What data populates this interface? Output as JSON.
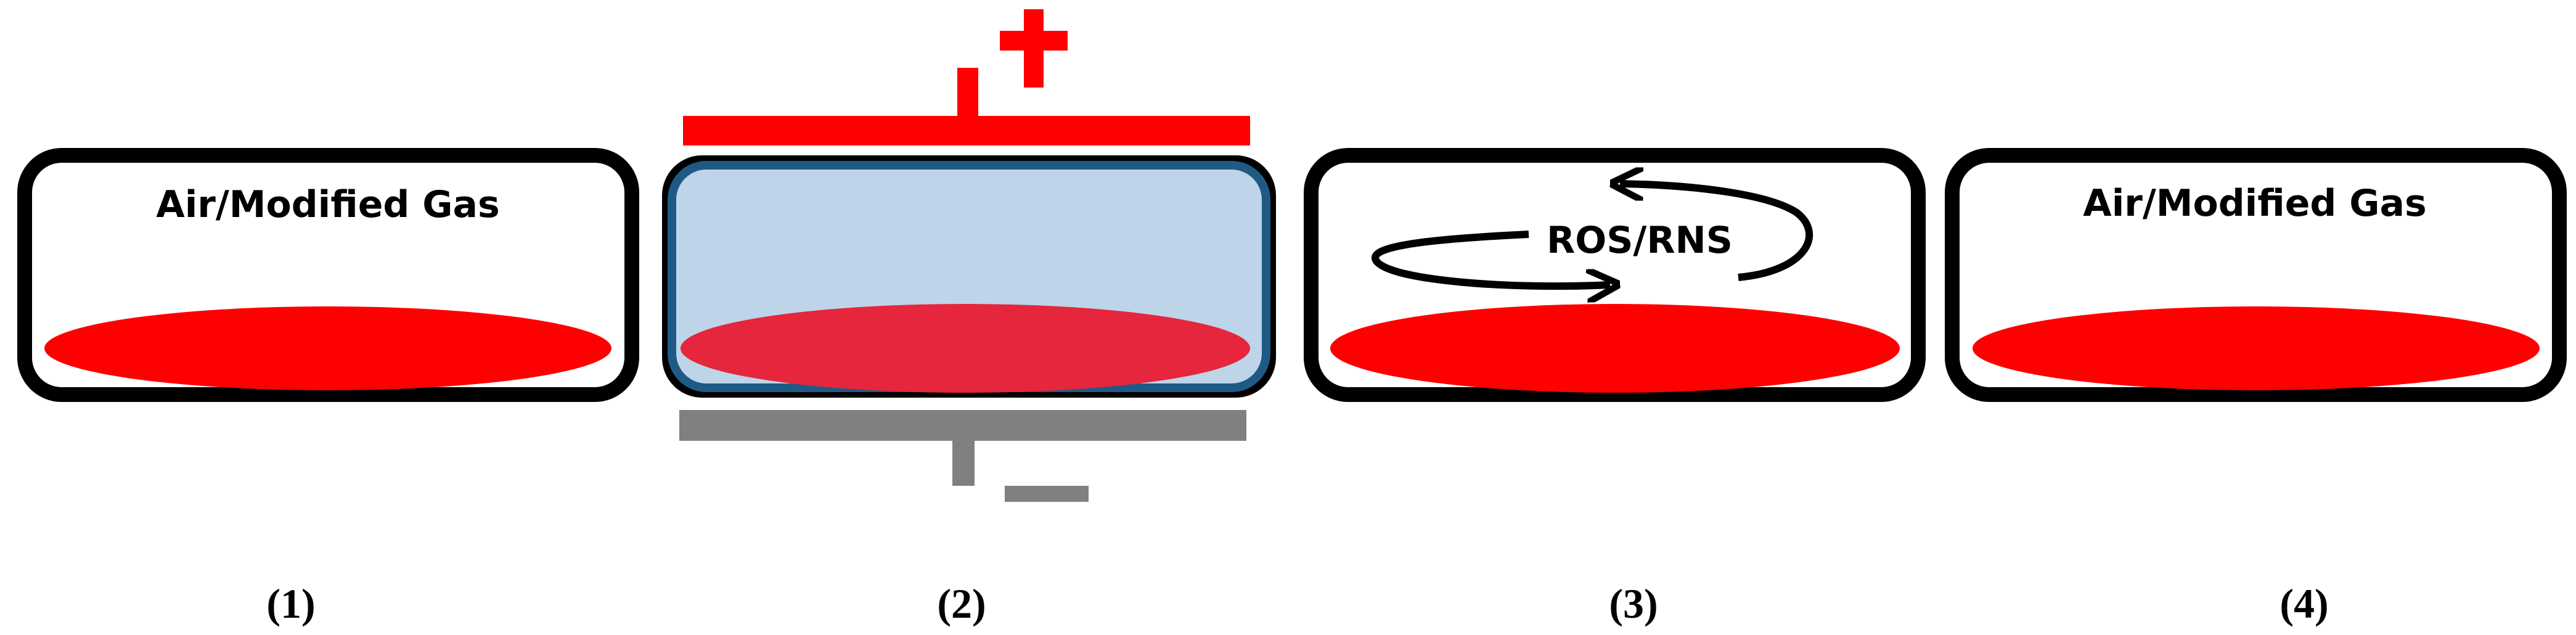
{
  "colors": {
    "outline": "#000000",
    "sample": "#ff0000",
    "sample_in_plasma": "#e5263c",
    "plasma_fill": "#bed4e8",
    "plasma_border": "#1f5a85",
    "high_voltage_electrode": "#ff0000",
    "ground_electrode": "#808080",
    "background": "#ffffff"
  },
  "icons": {
    "positive_terminal": "plus-sign-icon",
    "negative_terminal": "minus-sign-icon",
    "cycling_species": "circular-arrow-icon"
  },
  "panels": [
    {
      "label": "Air/Modified Gas",
      "caption": "(1)"
    },
    {
      "label": "",
      "caption": "(2)"
    },
    {
      "label": "ROS/RNS",
      "caption": "(3)"
    },
    {
      "label": "Air/Modified Gas",
      "caption": "(4)"
    }
  ]
}
